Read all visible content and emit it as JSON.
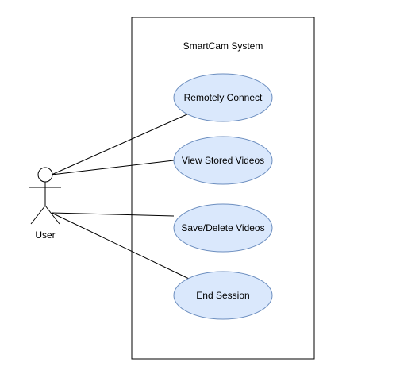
{
  "diagram": {
    "system": {
      "title": "SmartCam System"
    },
    "actor": {
      "name": "User"
    },
    "use_cases": [
      {
        "label": "Remotely Connect"
      },
      {
        "label": "View Stored Videos"
      },
      {
        "label": "Save/Delete Videos"
      },
      {
        "label": "End Session"
      }
    ],
    "associations": [
      {
        "from": "User",
        "to": "Remotely Connect"
      },
      {
        "from": "User",
        "to": "View Stored Videos"
      },
      {
        "from": "User",
        "to": "Save/Delete Videos"
      },
      {
        "from": "User",
        "to": "End Session"
      }
    ]
  },
  "colors": {
    "use_case_fill": "#dae8fc",
    "use_case_stroke": "#6c8ebf",
    "line": "#000000",
    "background": "#ffffff"
  }
}
